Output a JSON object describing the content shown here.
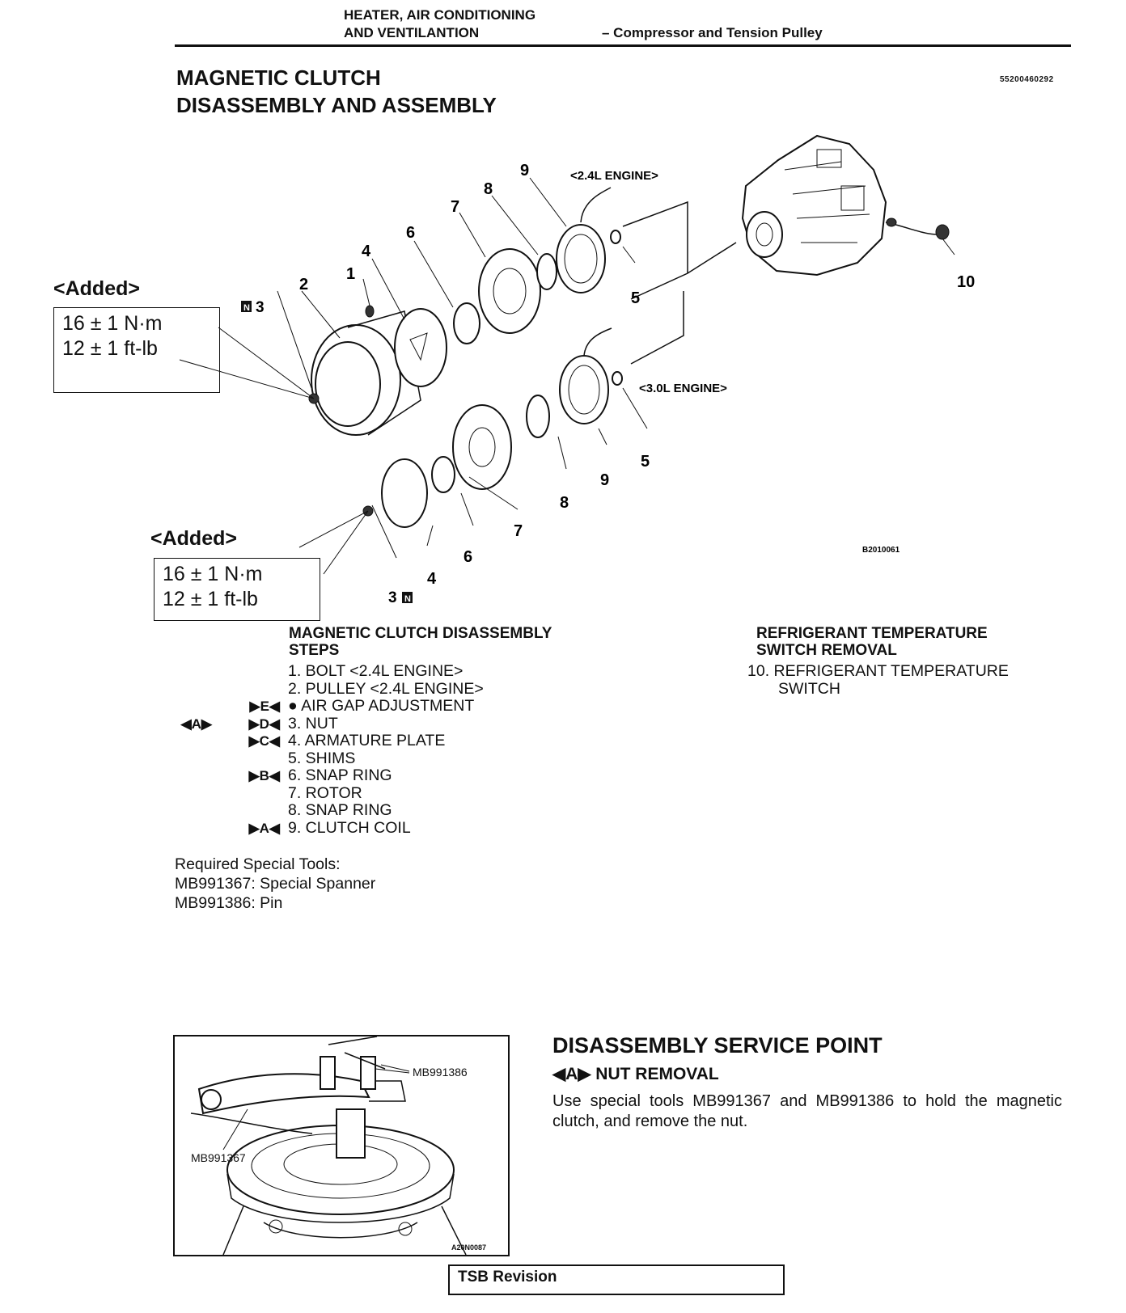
{
  "header": {
    "section_line1": "HEATER, AIR CONDITIONING",
    "section_line2": "AND VENTILANTION",
    "subtitle": "– Compressor and Tension Pulley"
  },
  "title": {
    "line1": "MAGNETIC CLUTCH",
    "line2": "DISASSEMBLY AND ASSEMBLY",
    "doc_id": "55200460292"
  },
  "diagram": {
    "engine_24": "<2.4L ENGINE>",
    "engine_30": "<3.0L ENGINE>",
    "figure_code": "B2010061",
    "callouts_top": {
      "c1": "1",
      "c2": "2",
      "c3": "3",
      "c4": "4",
      "c5": "5",
      "c6": "6",
      "c7": "7",
      "c8": "8",
      "c9": "9",
      "c10": "10"
    },
    "callouts_bottom": {
      "c3": "3",
      "c4": "4",
      "c5": "5",
      "c6": "6",
      "c7": "7",
      "c8": "8",
      "c9": "9"
    },
    "n_mark": "N",
    "added_top": {
      "label": "<Added>",
      "line1": "16 ± 1 N·m",
      "line2": "12 ± 1 ft-lb"
    },
    "added_bottom": {
      "label": "<Added>",
      "line1": "16 ± 1 N·m",
      "line2": "12 ± 1 ft-lb"
    }
  },
  "steps": {
    "heading_line1": "MAGNETIC CLUTCH DISASSEMBLY",
    "heading_line2": "STEPS",
    "items": [
      {
        "text": "1. BOLT <2.4L ENGINE>",
        "marker": "",
        "left_marker": ""
      },
      {
        "text": "2. PULLEY <2.4L ENGINE>",
        "marker": "",
        "left_marker": ""
      },
      {
        "text": "● AIR GAP ADJUSTMENT",
        "marker": "▶E◀",
        "left_marker": ""
      },
      {
        "text": "3. NUT",
        "marker": "▶D◀",
        "left_marker": "◀A▶"
      },
      {
        "text": "4. ARMATURE PLATE",
        "marker": "▶C◀",
        "left_marker": ""
      },
      {
        "text": "5. SHIMS",
        "marker": "",
        "left_marker": ""
      },
      {
        "text": "6. SNAP RING",
        "marker": "▶B◀",
        "left_marker": ""
      },
      {
        "text": "7. ROTOR",
        "marker": "",
        "left_marker": ""
      },
      {
        "text": "8. SNAP RING",
        "marker": "",
        "left_marker": ""
      },
      {
        "text": "9. CLUTCH COIL",
        "marker": "▶A◀",
        "left_marker": ""
      }
    ]
  },
  "removal": {
    "heading_line1": "REFRIGERANT TEMPERATURE",
    "heading_line2": "SWITCH REMOVAL",
    "item_line1": "10. REFRIGERANT TEMPERATURE",
    "item_line2": "SWITCH"
  },
  "tools": {
    "heading": "Required Special Tools:",
    "line1": "MB991367: Special Spanner",
    "line2": "MB991386: Pin"
  },
  "service_point": {
    "title": "DISASSEMBLY SERVICE POINT",
    "subtitle": "◀A▶ NUT REMOVAL",
    "body": "Use special tools MB991367 and MB991386 to hold the magnetic clutch, and remove the nut."
  },
  "photo": {
    "label_pin": "MB991386",
    "label_spanner": "MB991367",
    "code": "A20N0087"
  },
  "footer": {
    "tsb": "TSB Revision"
  }
}
